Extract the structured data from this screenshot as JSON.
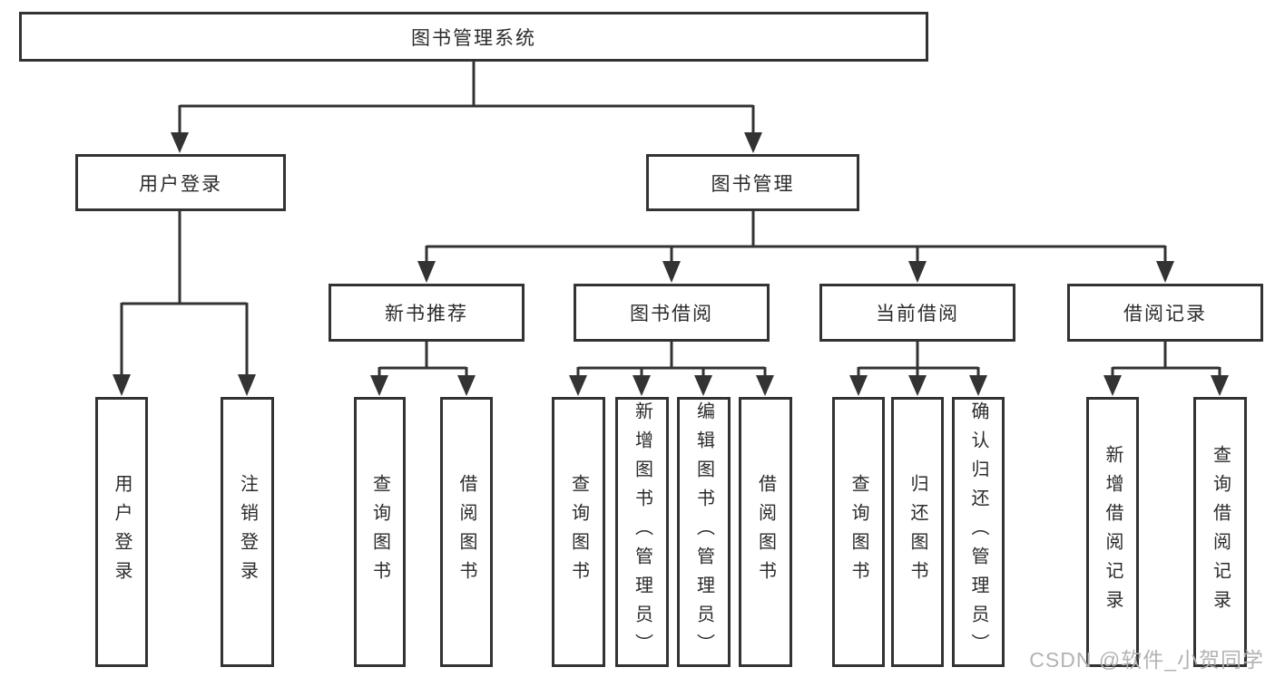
{
  "root": {
    "label": "图书管理系统"
  },
  "branches": [
    {
      "label": "用户登录",
      "children": [
        {
          "label": "用户登录"
        },
        {
          "label": "注销登录"
        }
      ]
    },
    {
      "label": "图书管理",
      "children": [
        {
          "label": "新书推荐",
          "children": [
            {
              "label": "查询图书"
            },
            {
              "label": "借阅图书"
            }
          ]
        },
        {
          "label": "图书借阅",
          "children": [
            {
              "label": "查询图书"
            },
            {
              "label": "新增图书（管理员）"
            },
            {
              "label": "编辑图书（管理员）"
            },
            {
              "label": "借阅图书"
            }
          ]
        },
        {
          "label": "当前借阅",
          "children": [
            {
              "label": "查询图书"
            },
            {
              "label": "归还图书"
            },
            {
              "label": "确认归还（管理员）"
            }
          ]
        },
        {
          "label": "借阅记录",
          "children": [
            {
              "label": "新增借阅记录"
            },
            {
              "label": "查询借阅记录"
            }
          ]
        }
      ]
    }
  ],
  "watermark": {
    "text": "CSDN @软件_小贺同学"
  },
  "colors": {
    "line": "#333333",
    "text": "#2b2b2b",
    "watermark": "#b3b3b3",
    "background": "#ffffff"
  }
}
